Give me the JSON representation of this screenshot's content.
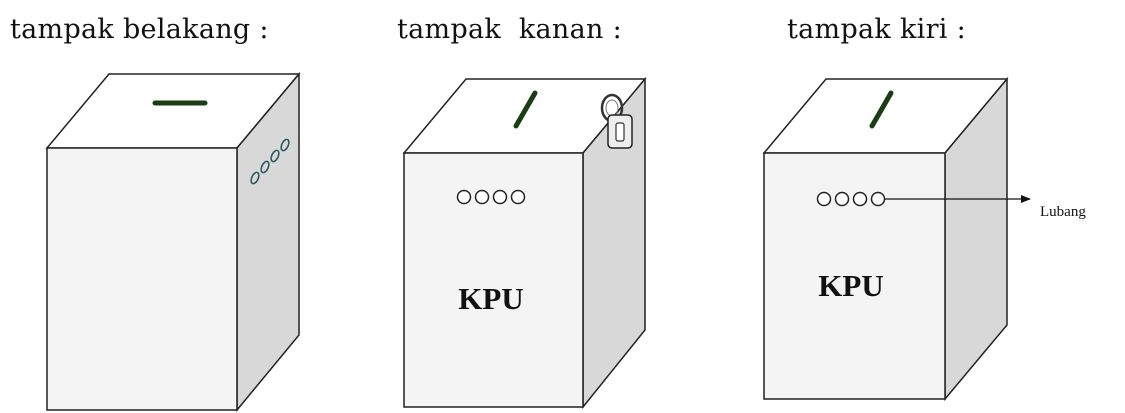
{
  "views": {
    "back": {
      "title": "tampak belakang :"
    },
    "right": {
      "title": "tampak  kanan :",
      "label": "KPU"
    },
    "left": {
      "title": "tampak kiri :",
      "label": "KPU"
    }
  },
  "callout": {
    "text": "Lubang"
  },
  "colors": {
    "box_face": "#f4f4f4",
    "box_top": "#ffffff",
    "box_side": "#d8d8d8",
    "outline": "#222222",
    "slot": "#1b3d13"
  }
}
